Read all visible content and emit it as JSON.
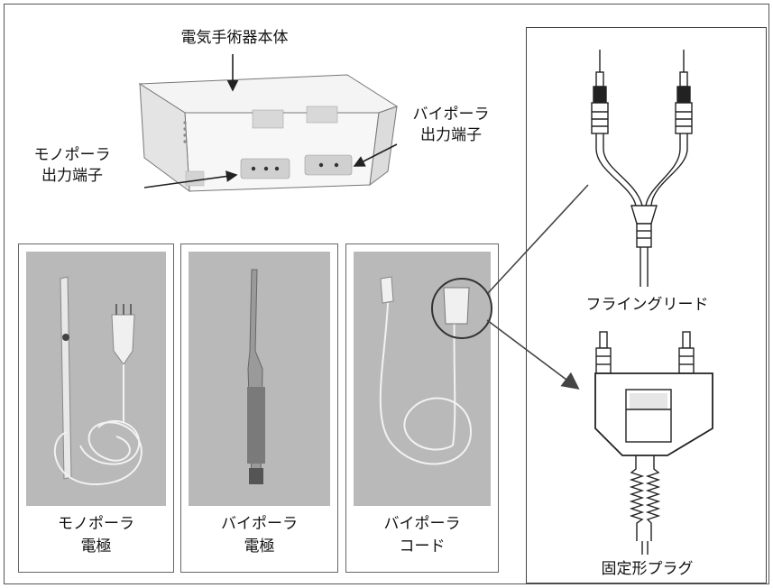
{
  "device": {
    "title": "電気手術器本体",
    "mono_terminal": [
      "モノポーラ",
      "出力端子"
    ],
    "bipolar_terminal": [
      "バイポーラ",
      "出力端子"
    ]
  },
  "photos": [
    {
      "caption_line1": "モノポーラ",
      "caption_line2": "電極"
    },
    {
      "caption_line1": "バイポーラ",
      "caption_line2": "電極"
    },
    {
      "caption_line1": "バイポーラ",
      "caption_line2": "コード"
    }
  ],
  "panel": {
    "flying_lead_label": "フライングリード",
    "fixed_plug_label": "固定形プラグ"
  }
}
